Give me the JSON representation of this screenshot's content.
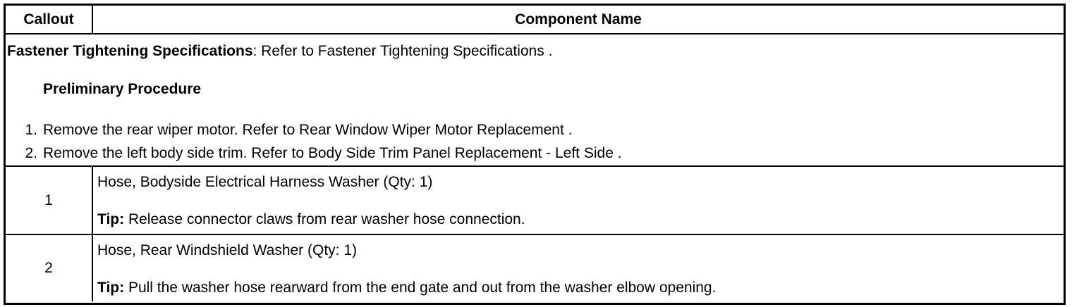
{
  "header": {
    "callout": "Callout",
    "component": "Component Name"
  },
  "prelim": {
    "spec_label": "Fastener Tightening Specifications",
    "spec_text": ": Refer to Fastener Tightening Specifications .",
    "heading": "Preliminary Procedure",
    "steps": [
      {
        "num": "1.",
        "text": "Remove the rear wiper motor. Refer to Rear Window Wiper Motor Replacement ."
      },
      {
        "num": "2.",
        "text": "Remove the left body side trim. Refer to Body Side Trim Panel Replacement - Left Side ."
      }
    ]
  },
  "rows": [
    {
      "callout": "1",
      "name": "Hose, Bodyside Electrical Harness Washer (Qty: 1)",
      "tip_label": "Tip:",
      "tip_text": " Release connector claws from rear washer hose connection."
    },
    {
      "callout": "2",
      "name": "Hose, Rear Windshield Washer (Qty: 1)",
      "tip_label": "Tip:",
      "tip_text": " Pull the washer hose rearward from the end gate and out from the washer elbow opening."
    }
  ]
}
